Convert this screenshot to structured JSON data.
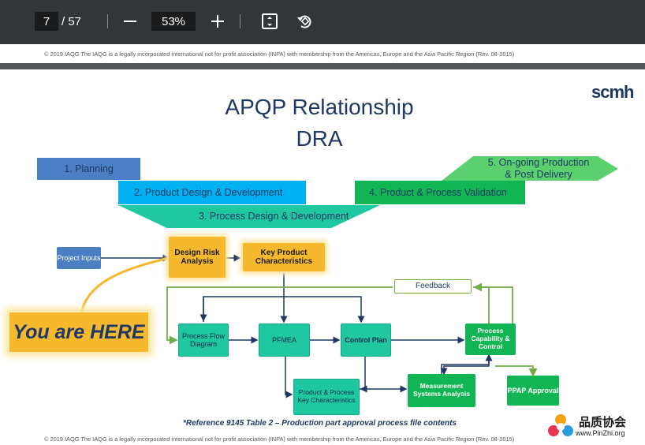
{
  "toolbar": {
    "page_current": "7",
    "page_total": "/ 57",
    "zoom": "53%",
    "icons": [
      "minus-icon",
      "plus-icon",
      "fit-page-icon",
      "rotate-icon"
    ]
  },
  "page": {
    "footer": "© 2019 IAQG     The IAQG is a legally incorporated international not for profit association (INPA) with membership from the Americas, Europe and the Asia Pacific Region (Rev. 08-2015)",
    "title_line1": "APQP Relationship",
    "title_line2": "DRA",
    "logo": "scmh",
    "phases": {
      "p1": "1. Planning",
      "p2": "2. Product Design & Development",
      "p3": "3. Process Design & Development",
      "p4": "4. Product & Process Validation",
      "p5_line1": "5. On-going Production",
      "p5_line2": "& Post Delivery"
    },
    "boxes": {
      "project_inputs": "Project Inputs",
      "design_risk": "Design Risk Analysis",
      "key_product": "Key Product Characteristics",
      "feedback": "Feedback",
      "process_flow": "Process Flow Diagram",
      "pfmea": "PFMEA",
      "control_plan": "Control Plan",
      "process_capability": "Process Capability & Control",
      "product_process_key": "Product & Process Key Characteristics",
      "msa": "Measurement Systems Analysis",
      "ppap": "PPAP Approval"
    },
    "you_are_here": "You are HERE",
    "reference": "*Reference 9145 Table 2 – Production part approval process file contents",
    "watermark_cn": "品质协会",
    "watermark_url": "www.PinZhi.org"
  },
  "colors": {
    "toolbar_bg": "#323639",
    "navy": "#1f3864",
    "teal": "#1fc8a0",
    "green": "#11b553",
    "orange": "#f6b92e",
    "planning_blue": "#4a7fc4",
    "design_cyan": "#00b0f0"
  }
}
